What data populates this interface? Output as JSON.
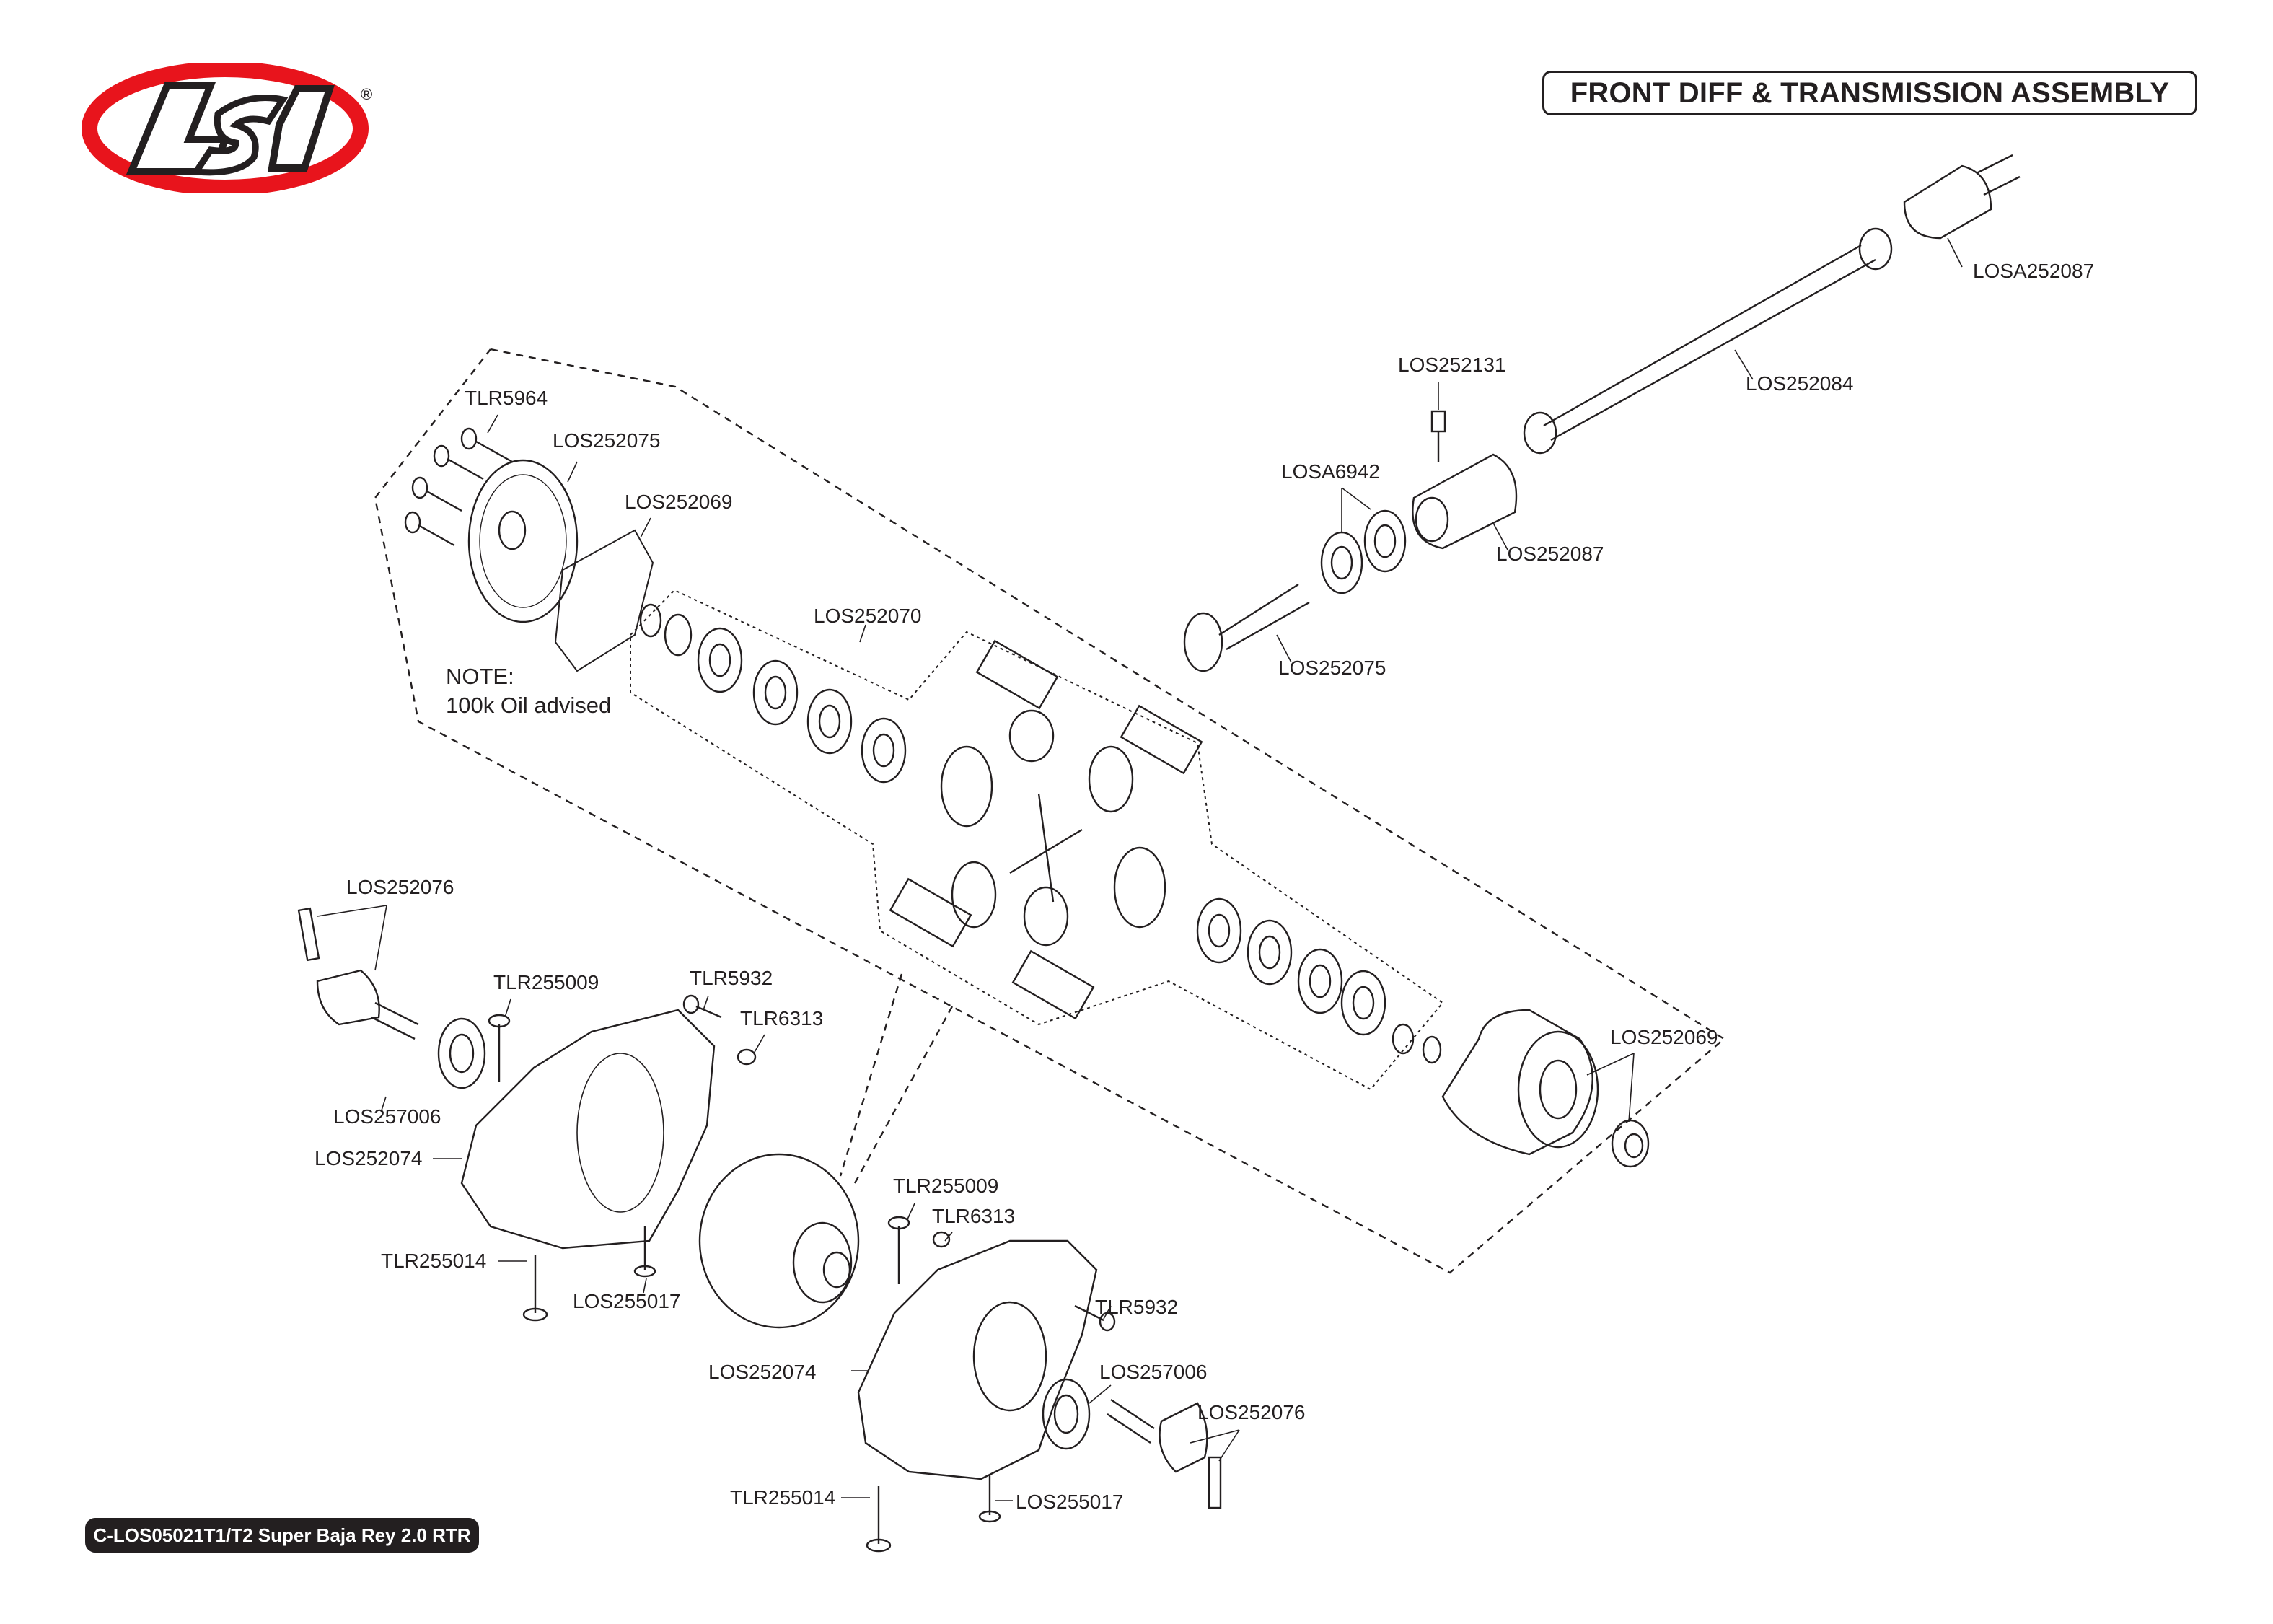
{
  "brand": {
    "logo_text": "LOSi",
    "registered_mark": "®",
    "colors": {
      "logo_red": "#e8141c",
      "logo_black": "#231f20",
      "logo_gray": "#bfbfbf"
    }
  },
  "title": "FRONT DIFF & TRANSMISSION ASSEMBLY",
  "footer": "C-LOS05021T1/T2 Super Baja Rey 2.0 RTR",
  "note": {
    "heading": "NOTE:",
    "text": "100k Oil advised"
  },
  "parts": {
    "diff_group": {
      "screws": "TLR5964",
      "ring_gear": "LOS252075",
      "gasket": "LOS252069",
      "internals": "LOS252070",
      "case_and_outdrive": "LOS252069"
    },
    "driveline": {
      "outdrive_cup": "LOSA252087",
      "center_shaft": "LOS252084",
      "set_screw": "LOS252131",
      "bearings": "LOSA6942",
      "coupler": "LOS252087",
      "pinion_gear": "LOS252075"
    },
    "left_case": {
      "outdrive": "LOS252076",
      "case_screw_top": "TLR255009",
      "cap_screw": "TLR5932",
      "nut": "TLR6313",
      "bearing": "LOS257006",
      "housing": "LOS252074",
      "long_screw": "TLR255014",
      "short_screw": "LOS255017"
    },
    "right_case": {
      "case_screw_top": "TLR255009",
      "nut": "TLR6313",
      "cap_screw": "TLR5932",
      "bearing": "LOS257006",
      "housing": "LOS252074",
      "outdrive": "LOS252076",
      "long_screw": "TLR255014",
      "short_screw": "LOS255017"
    }
  }
}
